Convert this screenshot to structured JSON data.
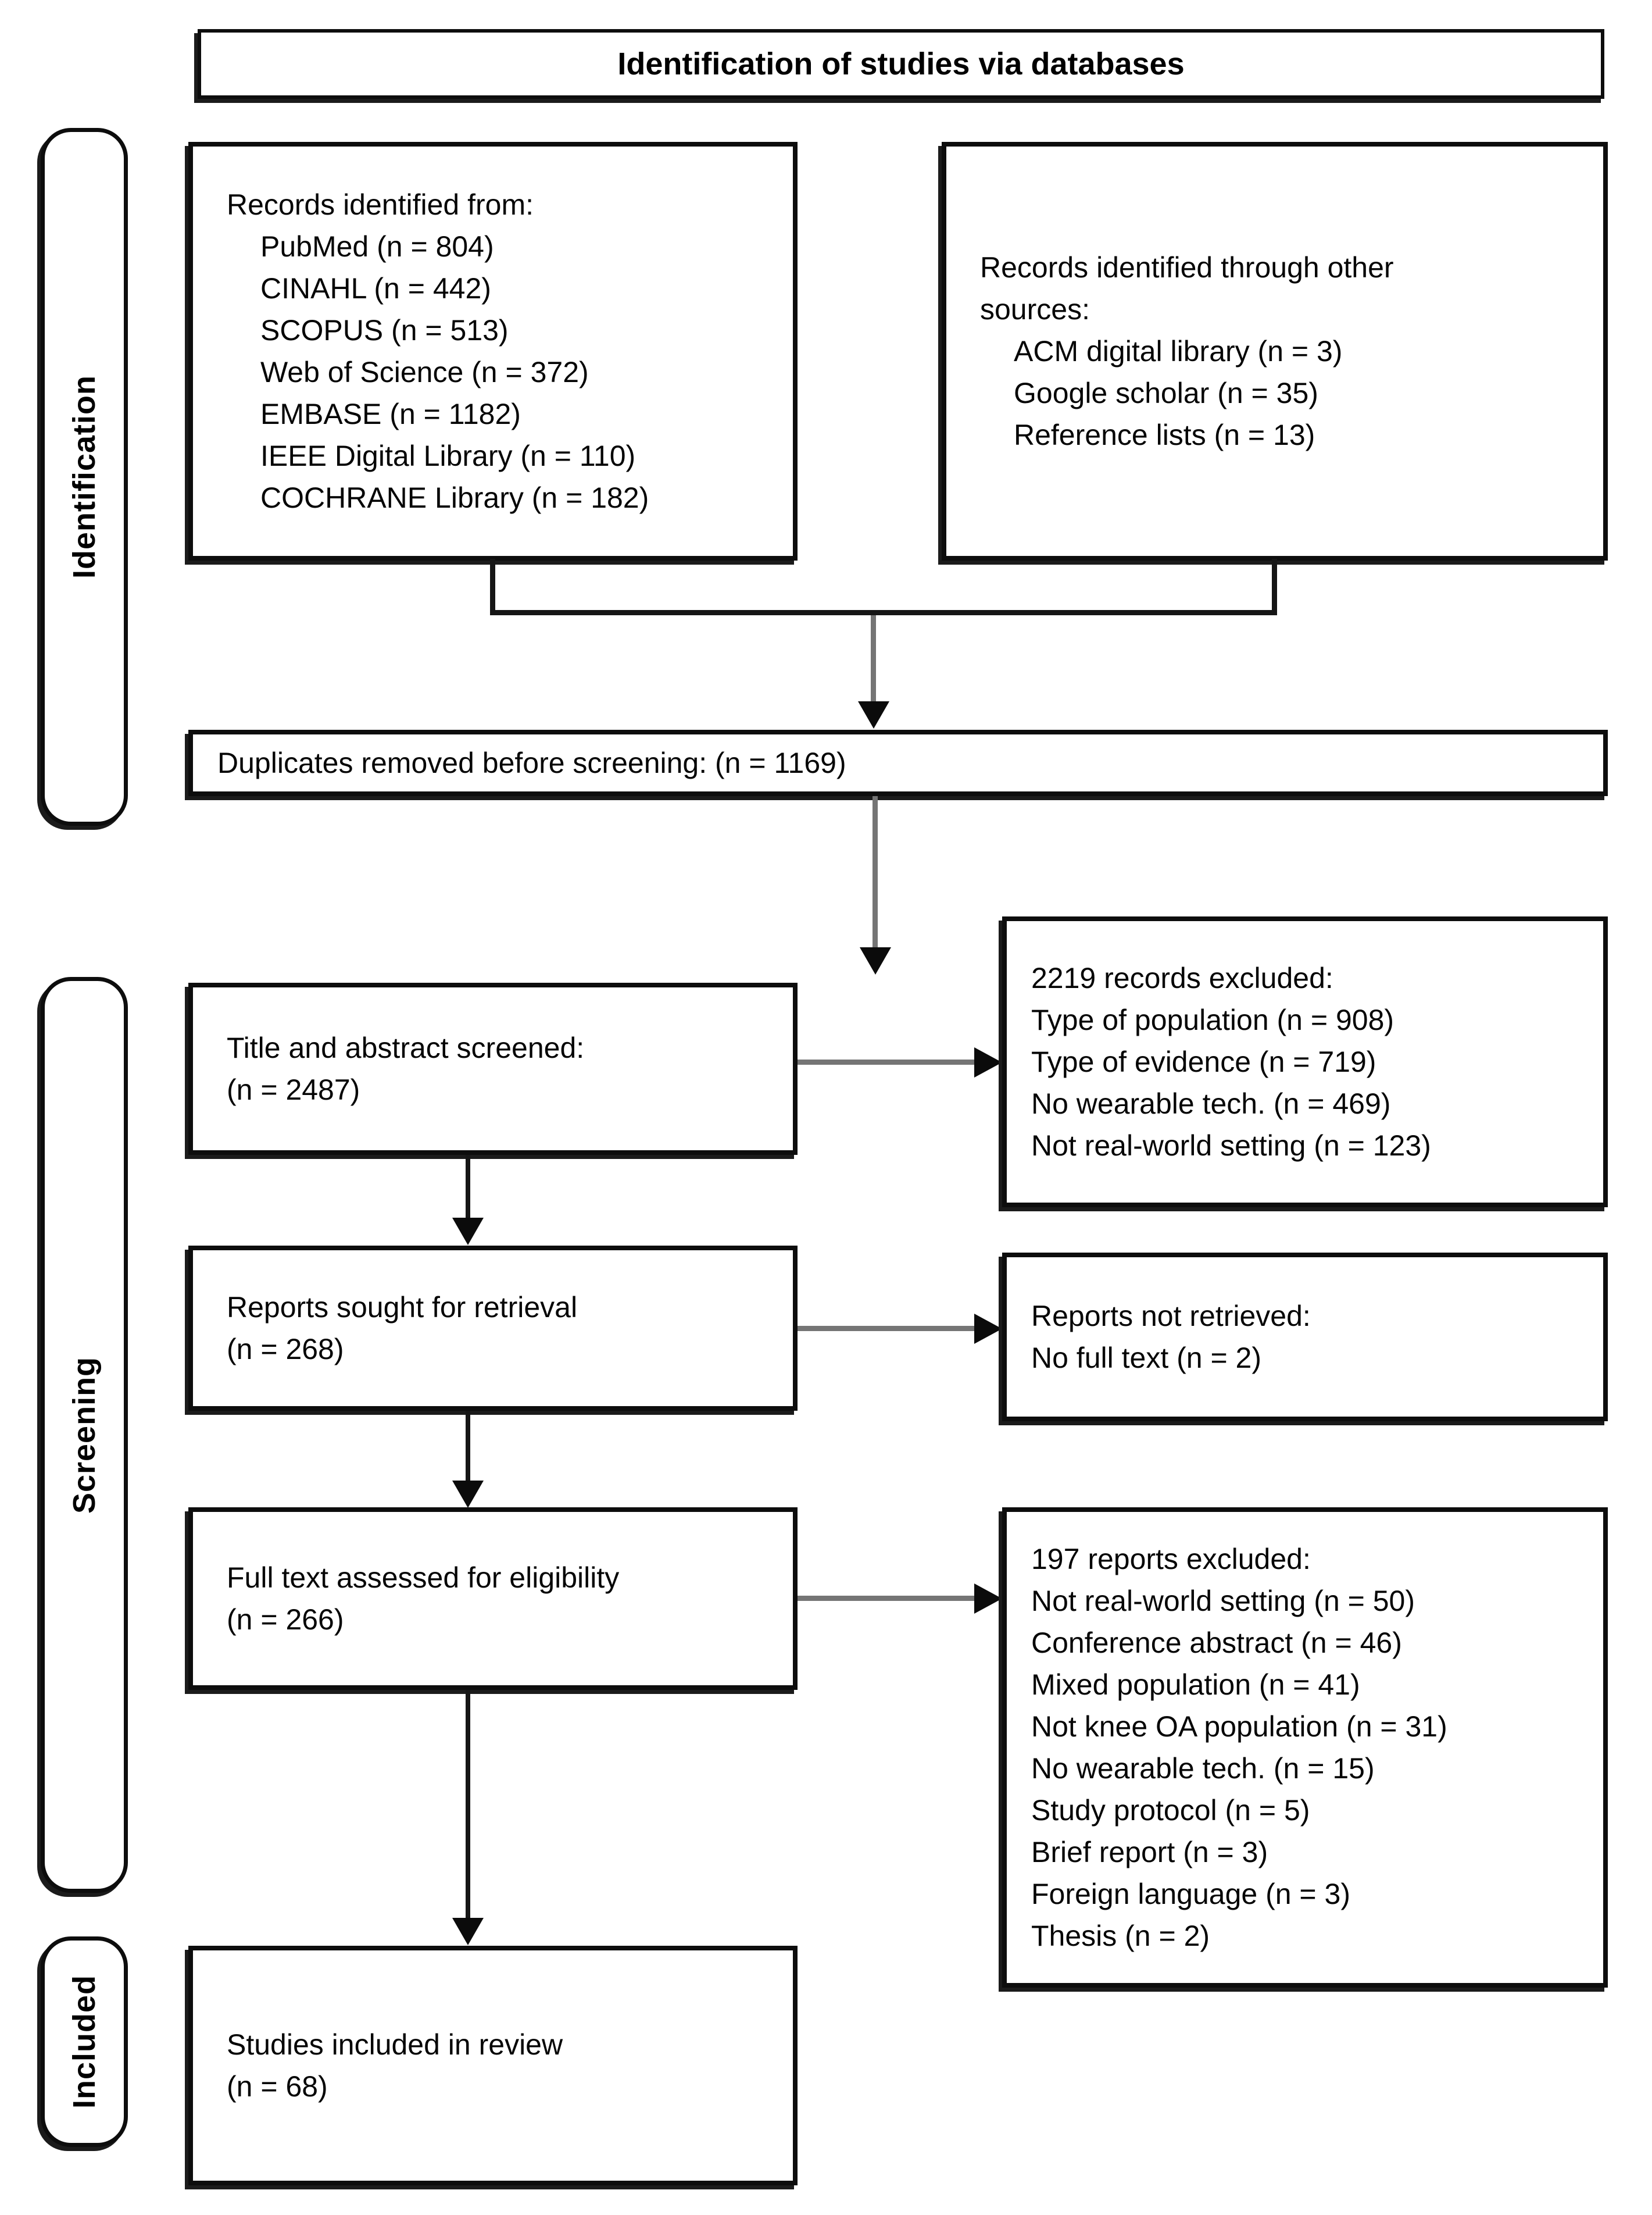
{
  "title": "Identification of studies via databases",
  "sidebar": {
    "identification": "Identification",
    "screening": "Screening",
    "included": "Included"
  },
  "boxes": {
    "records_db": {
      "heading": "Records identified from:",
      "items": [
        "PubMed (n = 804)",
        "CINAHL (n = 442)",
        "SCOPUS (n = 513)",
        "Web of Science (n = 372)",
        "EMBASE (n = 1182)",
        "IEEE Digital Library (n = 110)",
        "COCHRANE Library (n = 182)"
      ]
    },
    "records_other": {
      "heading": "Records identified through other sources:",
      "items": [
        "ACM digital library (n = 3)",
        "Google scholar (n = 35)",
        "Reference lists (n = 13)"
      ]
    },
    "duplicates": "Duplicates removed before screening: (n = 1169)",
    "screened": {
      "line1": "Title and abstract screened:",
      "line2": "(n = 2487)"
    },
    "records_excluded": {
      "heading": "2219 records excluded:",
      "items": [
        "Type of population (n = 908)",
        "Type of evidence (n = 719)",
        "No wearable tech. (n = 469)",
        "Not real-world setting (n = 123)"
      ]
    },
    "retrieval": {
      "line1": "Reports sought for retrieval",
      "line2": "(n = 268)"
    },
    "not_retrieved": {
      "line1": "Reports not retrieved:",
      "line2": "No full text (n = 2)"
    },
    "fulltext": {
      "line1": "Full text assessed for eligibility",
      "line2": "(n = 266)"
    },
    "reports_excluded": {
      "heading": "197 reports excluded:",
      "items": [
        "Not real-world setting (n = 50)",
        "Conference abstract (n = 46)",
        "Mixed population (n = 41)",
        "Not knee OA population (n = 31)",
        "No wearable tech. (n = 15)",
        "Study protocol (n = 5)",
        "Brief report (n = 3)",
        "Foreign language (n = 3)",
        "Thesis (n = 2)"
      ]
    },
    "included": {
      "line1": "Studies included in review",
      "line2": "(n = 68)"
    }
  }
}
